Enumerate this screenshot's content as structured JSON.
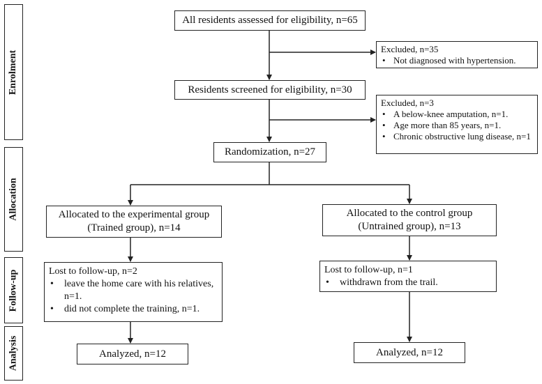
{
  "stages": {
    "enrolment": "Enrolment",
    "allocation": "Allocation",
    "followup": "Follow-up",
    "analysis": "Analysis"
  },
  "assessed": "All residents assessed for eligibility, n=65",
  "excluded1": {
    "title": "Excluded, n=35",
    "items": [
      "Not diagnosed with hypertension."
    ]
  },
  "screened": "Residents screened for eligibility, n=30",
  "excluded2": {
    "title": "Excluded, n=3",
    "items": [
      "A below-knee amputation, n=1.",
      "Age more than 85 years, n=1.",
      "Chronic obstructive lung disease, n=1"
    ]
  },
  "randomization": "Randomization, n=27",
  "experimental": {
    "line1": "Allocated to the experimental group",
    "line2": "(Trained group), n=14"
  },
  "control": {
    "line1": "Allocated to the control group",
    "line2": "(Untrained group), n=13"
  },
  "lost_exp": {
    "title": "Lost to follow-up, n=2",
    "items": [
      "leave the home care with his relatives, n=1.",
      "did not complete the training, n=1."
    ]
  },
  "lost_ctrl": {
    "title": "Lost to follow-up, n=1",
    "items": [
      "withdrawn from the trail."
    ]
  },
  "analyzed_exp": "Analyzed, n=12",
  "analyzed_ctrl": "Analyzed, n=12"
}
